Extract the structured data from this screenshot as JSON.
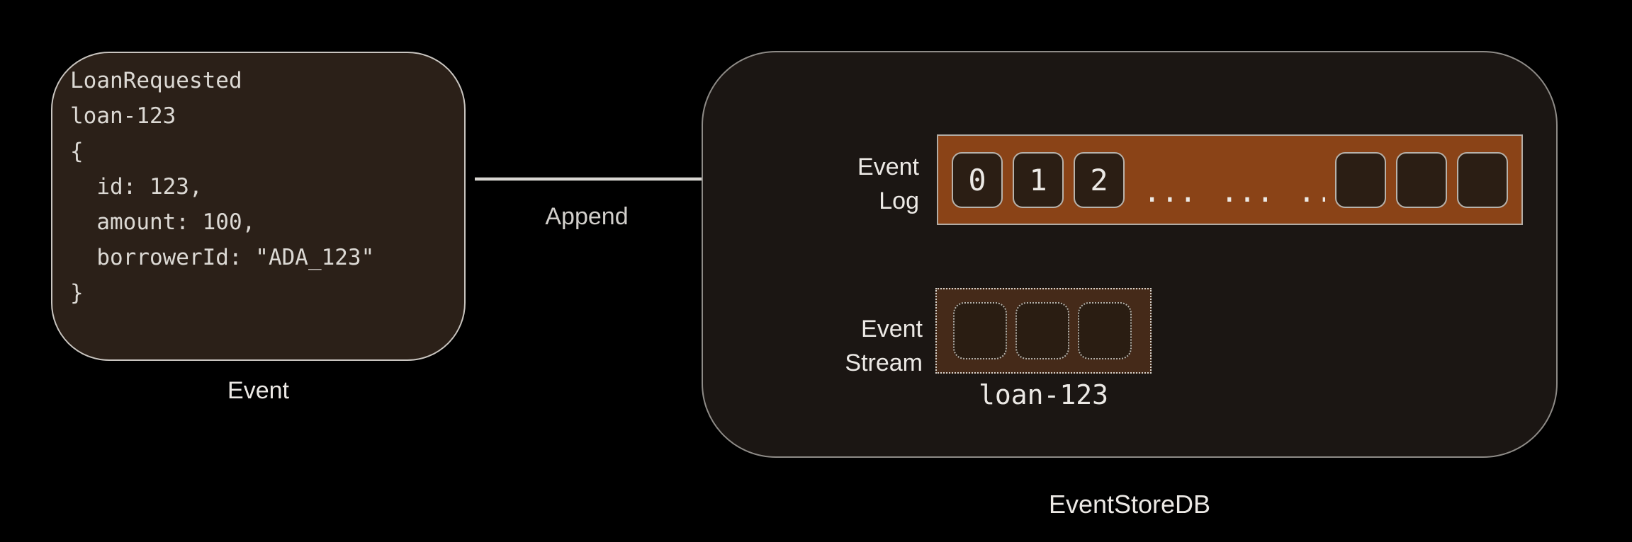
{
  "event_box": {
    "code": "LoanRequested\nloan-123\n{\n  id: 123,\n  amount: 100,\n  borrowerId: \"ADA_123\"\n}",
    "label": "Event"
  },
  "append": {
    "label": "Append"
  },
  "store": {
    "label": "EventStoreDB",
    "log": {
      "label_line1": "Event",
      "label_line2": "Log",
      "cells": [
        "0",
        "1",
        "2"
      ],
      "ellipsis": "... ... ...",
      "empty_cell_count": 3
    },
    "stream": {
      "label_line1": "Event",
      "label_line2": "Stream",
      "name": "loan-123",
      "empty_cell_count": 3
    }
  },
  "colors": {
    "background": "#000000",
    "arrow": "#d8d5d1",
    "box-fill": "#2b2018",
    "box-border": "#c9c5c0",
    "container-fill": "#1b1613",
    "container-border": "#8e8b87",
    "log-bar-fill": "#8a4317",
    "log-bar-border": "#b2aca5",
    "cell-fill": "#2b1e14",
    "cell-border": "#b7b2ab",
    "stream-fill": "#452a19",
    "stream-border": "#d6d2cc",
    "stream-cell-fill": "#2a1d12",
    "stream-cell-border": "#b6b2ab",
    "text-primary": "#ece9e5",
    "text-code": "#dcd9d4",
    "text-muted": "#d2cfcb"
  }
}
